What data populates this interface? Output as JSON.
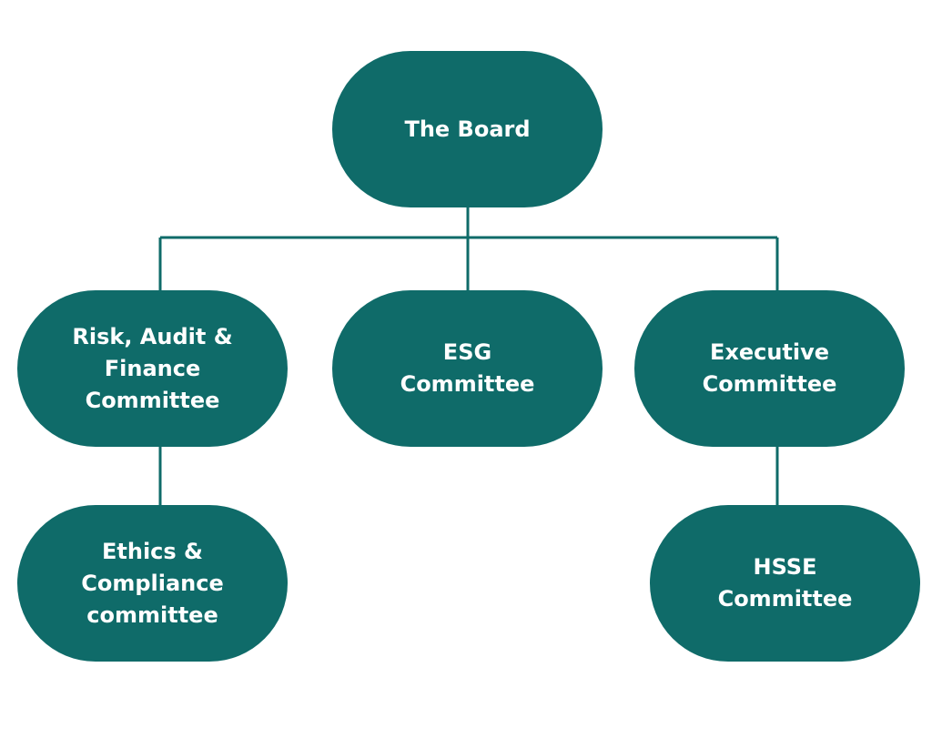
{
  "colors": {
    "node": "#0f6b69",
    "line": "#0f6b69"
  },
  "nodes": {
    "board": [
      "The Board"
    ],
    "risk": [
      "Risk, Audit &",
      "Finance",
      "Committee"
    ],
    "esg": [
      "ESG",
      "Committee"
    ],
    "exec": [
      "Executive",
      "Committee"
    ],
    "ethics": [
      "Ethics &",
      "Compliance",
      "committee"
    ],
    "hsse": [
      "HSSE",
      "Committee"
    ]
  }
}
